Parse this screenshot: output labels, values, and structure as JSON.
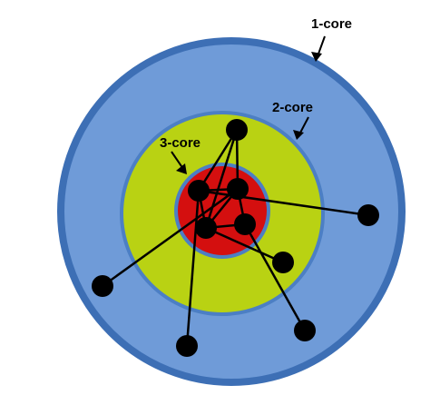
{
  "labels": {
    "core1": "1-core",
    "core2": "2-core",
    "core3": "3-core"
  },
  "colors": {
    "core1_fill": "#6f9bd8",
    "core1_ring": "#3d6fb5",
    "core2_fill": "#b9d213",
    "core3_fill": "#d40f0f",
    "core_ring": "#4c7fc4",
    "node": "#000000",
    "edge": "#000000"
  },
  "graph": {
    "nodes": [
      "a",
      "b",
      "c",
      "d",
      "e",
      "f",
      "g",
      "h",
      "i",
      "j"
    ],
    "edges": [
      [
        "a",
        "b"
      ],
      [
        "a",
        "c"
      ],
      [
        "a",
        "d"
      ],
      [
        "b",
        "c"
      ],
      [
        "b",
        "d"
      ],
      [
        "c",
        "d"
      ],
      [
        "b",
        "e"
      ],
      [
        "c",
        "f"
      ],
      [
        "d",
        "f"
      ],
      [
        "c",
        "g"
      ],
      [
        "b",
        "h"
      ],
      [
        "d",
        "i"
      ],
      [
        "f",
        "j"
      ]
    ]
  }
}
